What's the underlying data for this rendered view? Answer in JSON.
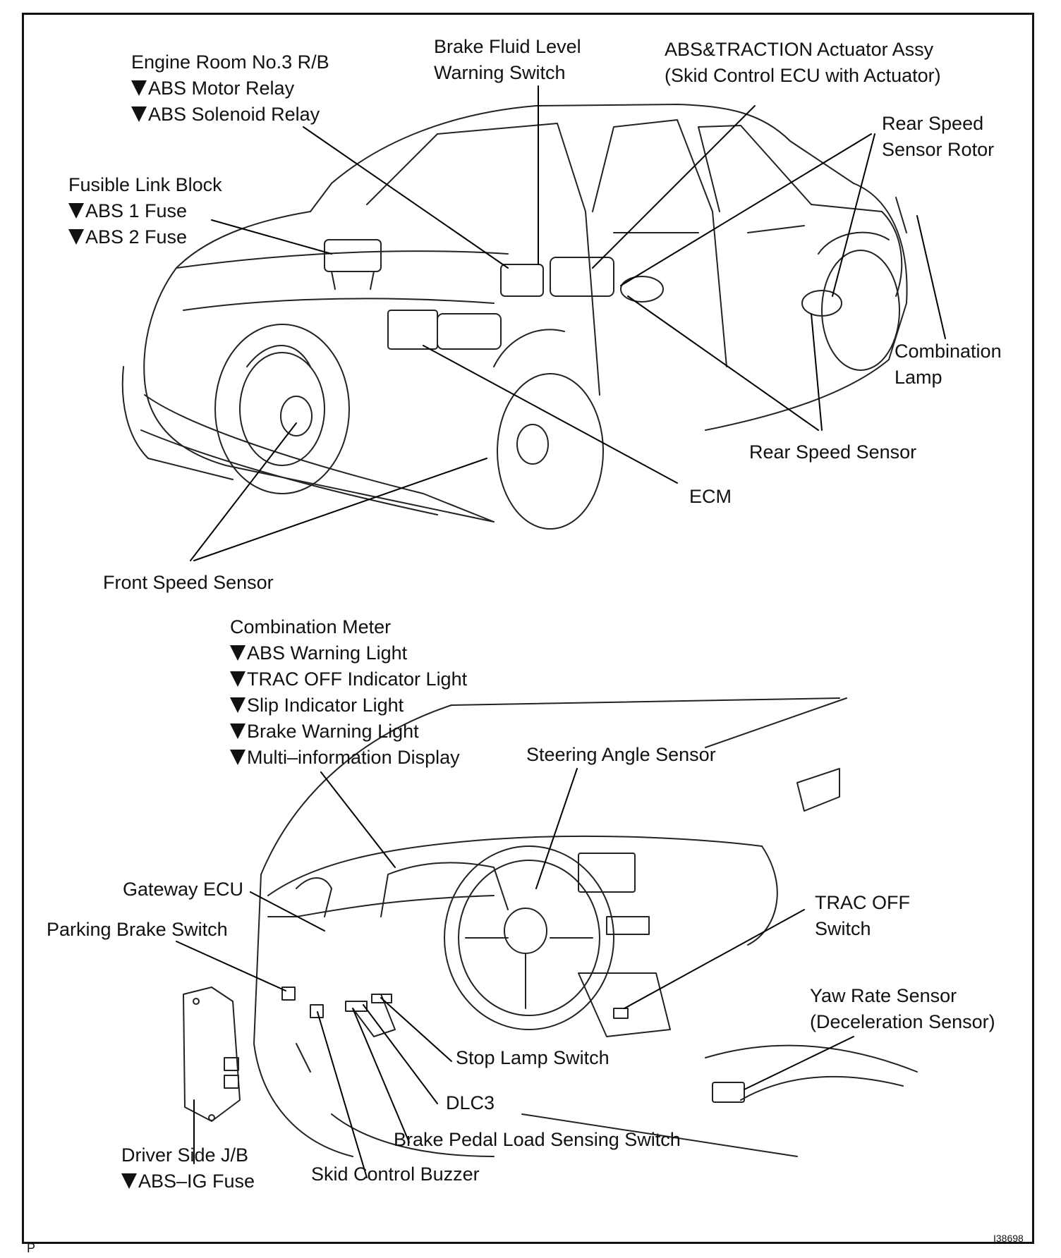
{
  "labels": {
    "engine_room_rb": {
      "title": "Engine Room No.3 R/B",
      "items": [
        "ABS Motor Relay",
        "ABS Solenoid Relay"
      ]
    },
    "brake_fluid": {
      "lines": [
        "Brake Fluid Level",
        "Warning Switch"
      ]
    },
    "abs_actuator": {
      "lines": [
        "ABS&TRACTION Actuator Assy",
        "(Skid Control ECU with Actuator)"
      ]
    },
    "rear_speed_rotor": {
      "lines": [
        "Rear Speed",
        "Sensor Rotor"
      ]
    },
    "fusible_link": {
      "title": "Fusible Link Block",
      "items": [
        "ABS 1 Fuse",
        "ABS 2 Fuse"
      ]
    },
    "combination_lamp": {
      "lines": [
        "Combination",
        "Lamp"
      ]
    },
    "rear_speed_sensor": "Rear Speed Sensor",
    "ecm": "ECM",
    "front_speed_sensor": "Front Speed Sensor",
    "combination_meter": {
      "title": "Combination Meter",
      "items": [
        "ABS Warning Light",
        "TRAC OFF Indicator Light",
        "Slip Indicator Light",
        "Brake Warning Light",
        "Multi–information Display"
      ]
    },
    "steering_angle": "Steering Angle Sensor",
    "gateway_ecu": "Gateway ECU",
    "parking_brake": "Parking Brake Switch",
    "trac_off": {
      "lines": [
        "TRAC OFF",
        "Switch"
      ]
    },
    "yaw_rate": {
      "lines": [
        "Yaw Rate Sensor",
        "(Deceleration Sensor)"
      ]
    },
    "stop_lamp": "Stop Lamp Switch",
    "dlc3": "DLC3",
    "brake_pedal_load": "Brake Pedal Load Sensing Switch",
    "driver_jb": {
      "title": "Driver Side J/B",
      "items": [
        "ABS–IG Fuse"
      ]
    },
    "skid_buzzer": "Skid Control Buzzer"
  },
  "corner": {
    "left": "P",
    "right": "I38698"
  }
}
